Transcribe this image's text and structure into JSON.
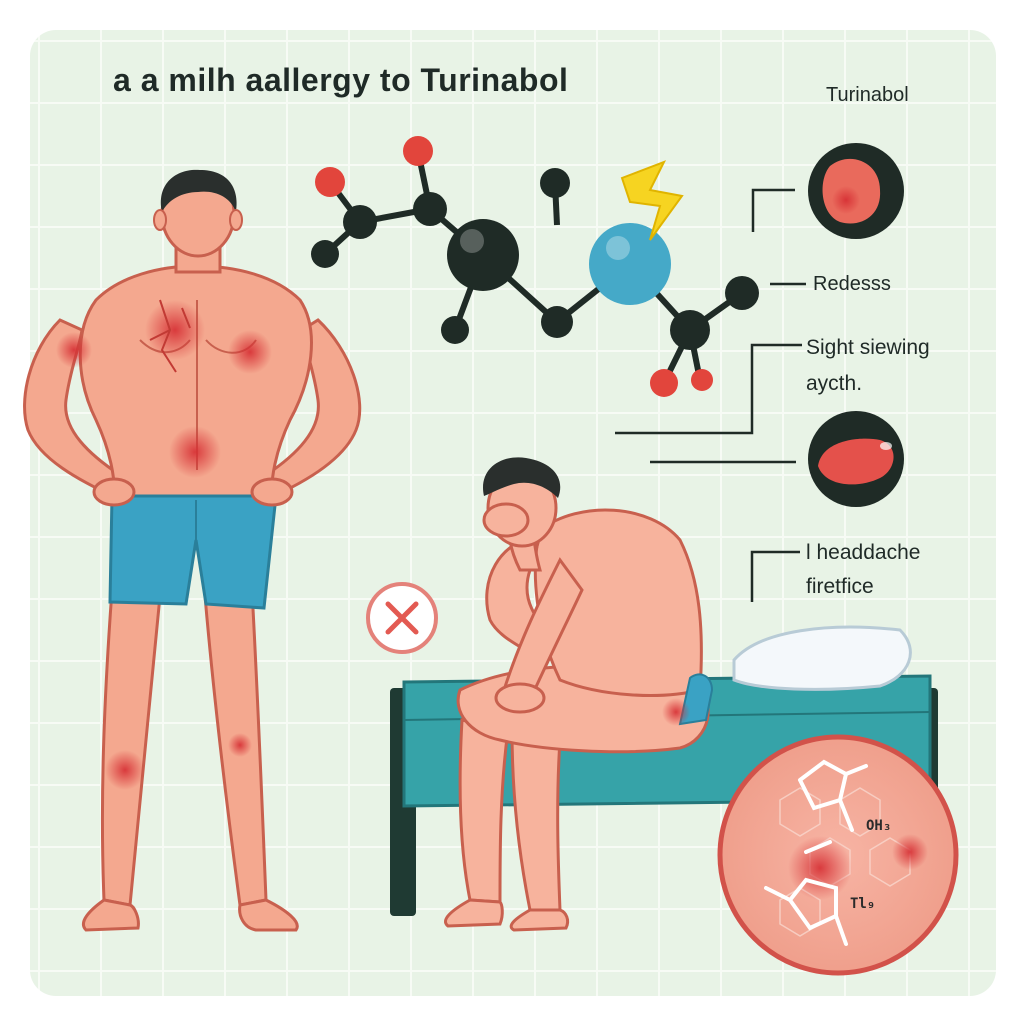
{
  "title": "a a milh aallergy to Turinabol",
  "drug_label": "Turinabol",
  "symptoms": {
    "redness": "Redesss",
    "swelling_line1": "Sight siewing",
    "swelling_line2": "aycth.",
    "headache_line1": "l headdache",
    "headache_line2": "firetfice"
  },
  "chem_labels": {
    "a": "OH₃",
    "b": "Tl₉"
  },
  "colors": {
    "background": "#e8f3e6",
    "skin": "#f4a88f",
    "rash": "#d9393a",
    "shorts": "#3aa2c4",
    "bed": "#36a3a8",
    "atom_dark": "#1f2b26",
    "atom_red": "#e2453c",
    "atom_blue": "#45a9c8",
    "lightning": "#f6d421"
  },
  "icons": {
    "close": "close-icon",
    "lightning": "lightning-icon"
  }
}
